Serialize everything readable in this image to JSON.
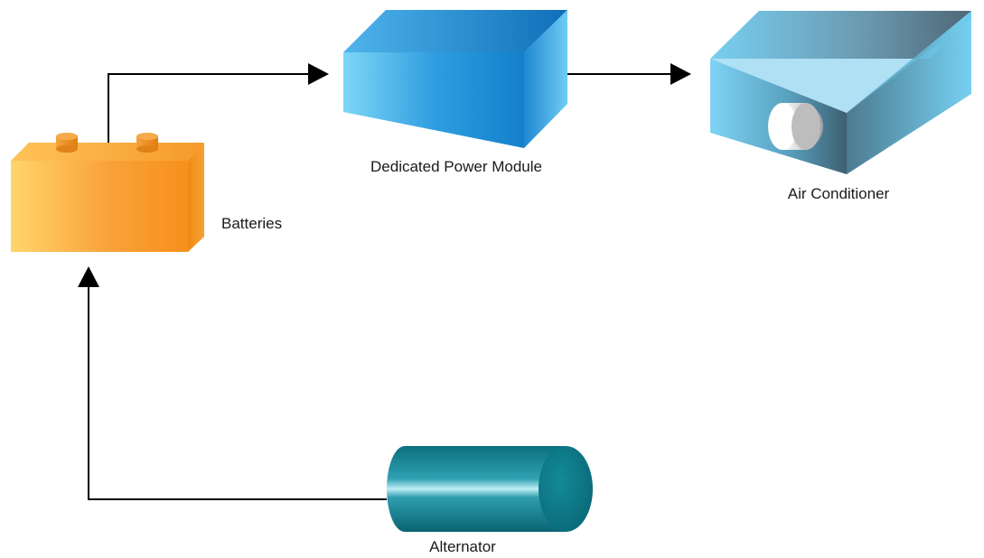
{
  "diagram": {
    "nodes": {
      "batteries": {
        "label": "Batteries",
        "icon": "battery-icon"
      },
      "power_module": {
        "label": "Dedicated Power Module",
        "icon": "power-module-icon"
      },
      "air_conditioner": {
        "label": "Air Conditioner",
        "icon": "air-conditioner-icon"
      },
      "alternator": {
        "label": "Alternator",
        "icon": "alternator-icon"
      }
    },
    "connections": [
      {
        "from": "Alternator",
        "to": "Batteries"
      },
      {
        "from": "Batteries",
        "to": "Dedicated Power Module"
      },
      {
        "from": "Dedicated Power Module",
        "to": "Air Conditioner"
      }
    ],
    "colors": {
      "battery": "#F7941D",
      "power_module": "#1C8FD8",
      "air_conditioner": "#6FD0F2",
      "alternator": "#0E7F8E",
      "arrow": "#000000"
    }
  }
}
